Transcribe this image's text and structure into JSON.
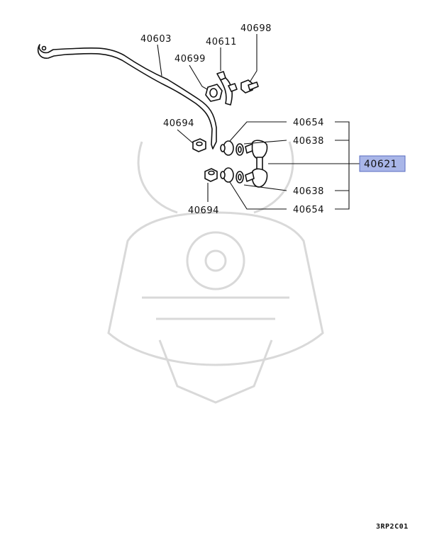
{
  "labels": {
    "stabilizer_bar": "40603",
    "bracket": "40611",
    "bolt": "40698",
    "bushing": "40699",
    "nut_upper": "40694",
    "nut_lower": "40694",
    "cup_upper": "40654",
    "cup_lower": "40654",
    "cushion_upper": "40638",
    "cushion_lower": "40638",
    "link_assembly": "40621"
  },
  "diagram_code": "3RP2C01",
  "colors": {
    "highlight_fill": "#a9b6e8",
    "highlight_border": "#5a6cc0",
    "line": "#111111",
    "watermark": "#d9d9d9"
  }
}
